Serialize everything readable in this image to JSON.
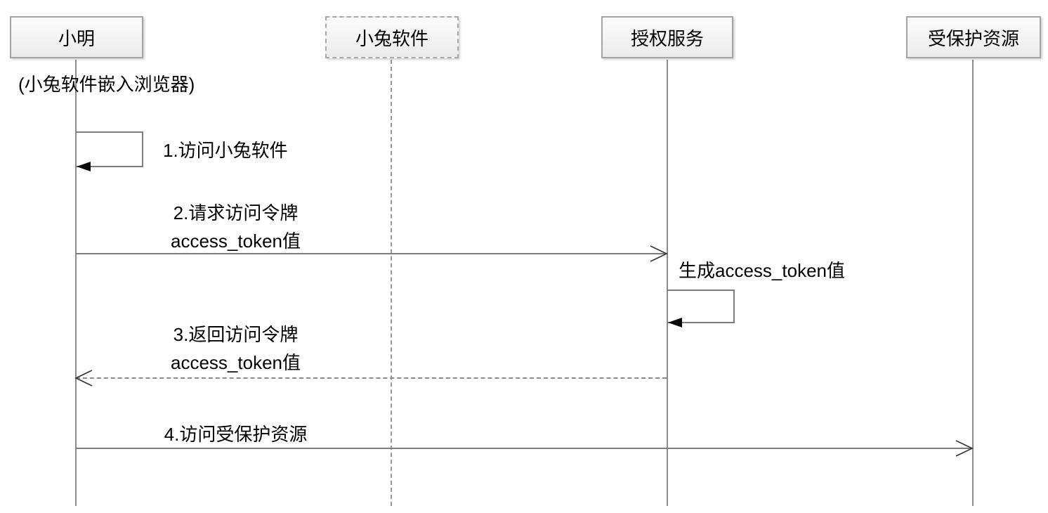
{
  "actors": [
    {
      "label": "小明",
      "subtitle": "(小兔软件嵌入浏览器)",
      "border": "solid"
    },
    {
      "label": "小兔软件",
      "border": "dashed"
    },
    {
      "label": "授权服务",
      "border": "solid"
    },
    {
      "label": "受保护资源",
      "border": "solid"
    }
  ],
  "messages": [
    {
      "label": "1.访问小兔软件",
      "from": "小明",
      "to": "小明",
      "line": "solid",
      "arrowhead": "filled",
      "kind": "self"
    },
    {
      "label_line1": "2.请求访问令牌",
      "label_line2": "access_token值",
      "from": "小明",
      "to": "授权服务",
      "line": "solid",
      "arrowhead": "open",
      "kind": "message"
    },
    {
      "label": "生成access_token值",
      "from": "授权服务",
      "to": "授权服务",
      "line": "solid",
      "arrowhead": "filled",
      "kind": "self"
    },
    {
      "label_line1": "3.返回访问令牌",
      "label_line2": "access_token值",
      "from": "授权服务",
      "to": "小明",
      "line": "dashed",
      "arrowhead": "open",
      "kind": "message"
    },
    {
      "label": "4.访问受保护资源",
      "from": "小明",
      "to": "受保护资源",
      "line": "solid",
      "arrowhead": "open",
      "kind": "message"
    }
  ],
  "colors": {
    "background": "#ffffff",
    "lifeline": "#8c8c8c",
    "message_line": "#7d7d7d",
    "arrowhead": "#111111",
    "box_border": "#a3a3a3",
    "box_fill_top": "#fbfbfb",
    "box_fill_bottom": "#ebebeb",
    "text": "#000000"
  }
}
